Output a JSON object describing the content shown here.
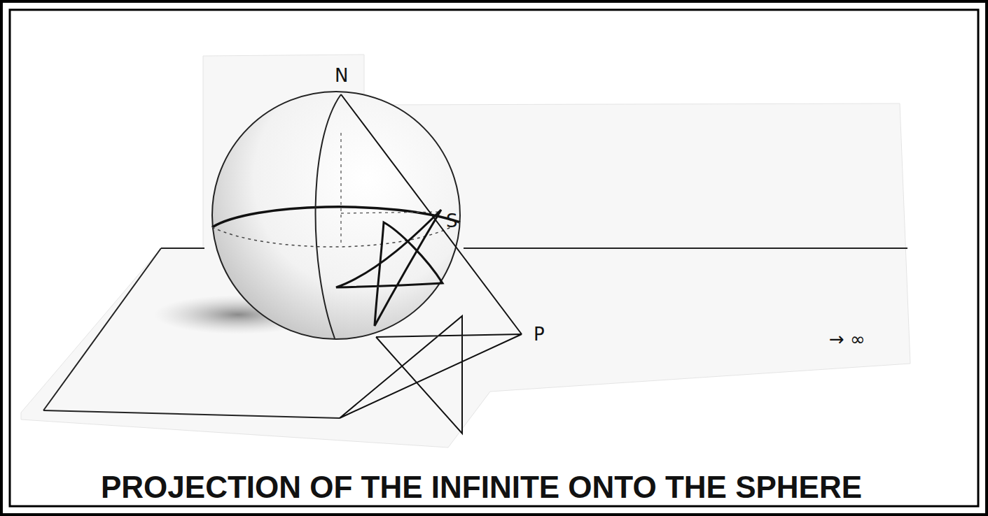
{
  "diagram": {
    "caption": "PROJECTION OF THE INFINITE ONTO THE SPHERE",
    "labels": [
      "N",
      "S",
      "P",
      "→ ∞"
    ]
  }
}
